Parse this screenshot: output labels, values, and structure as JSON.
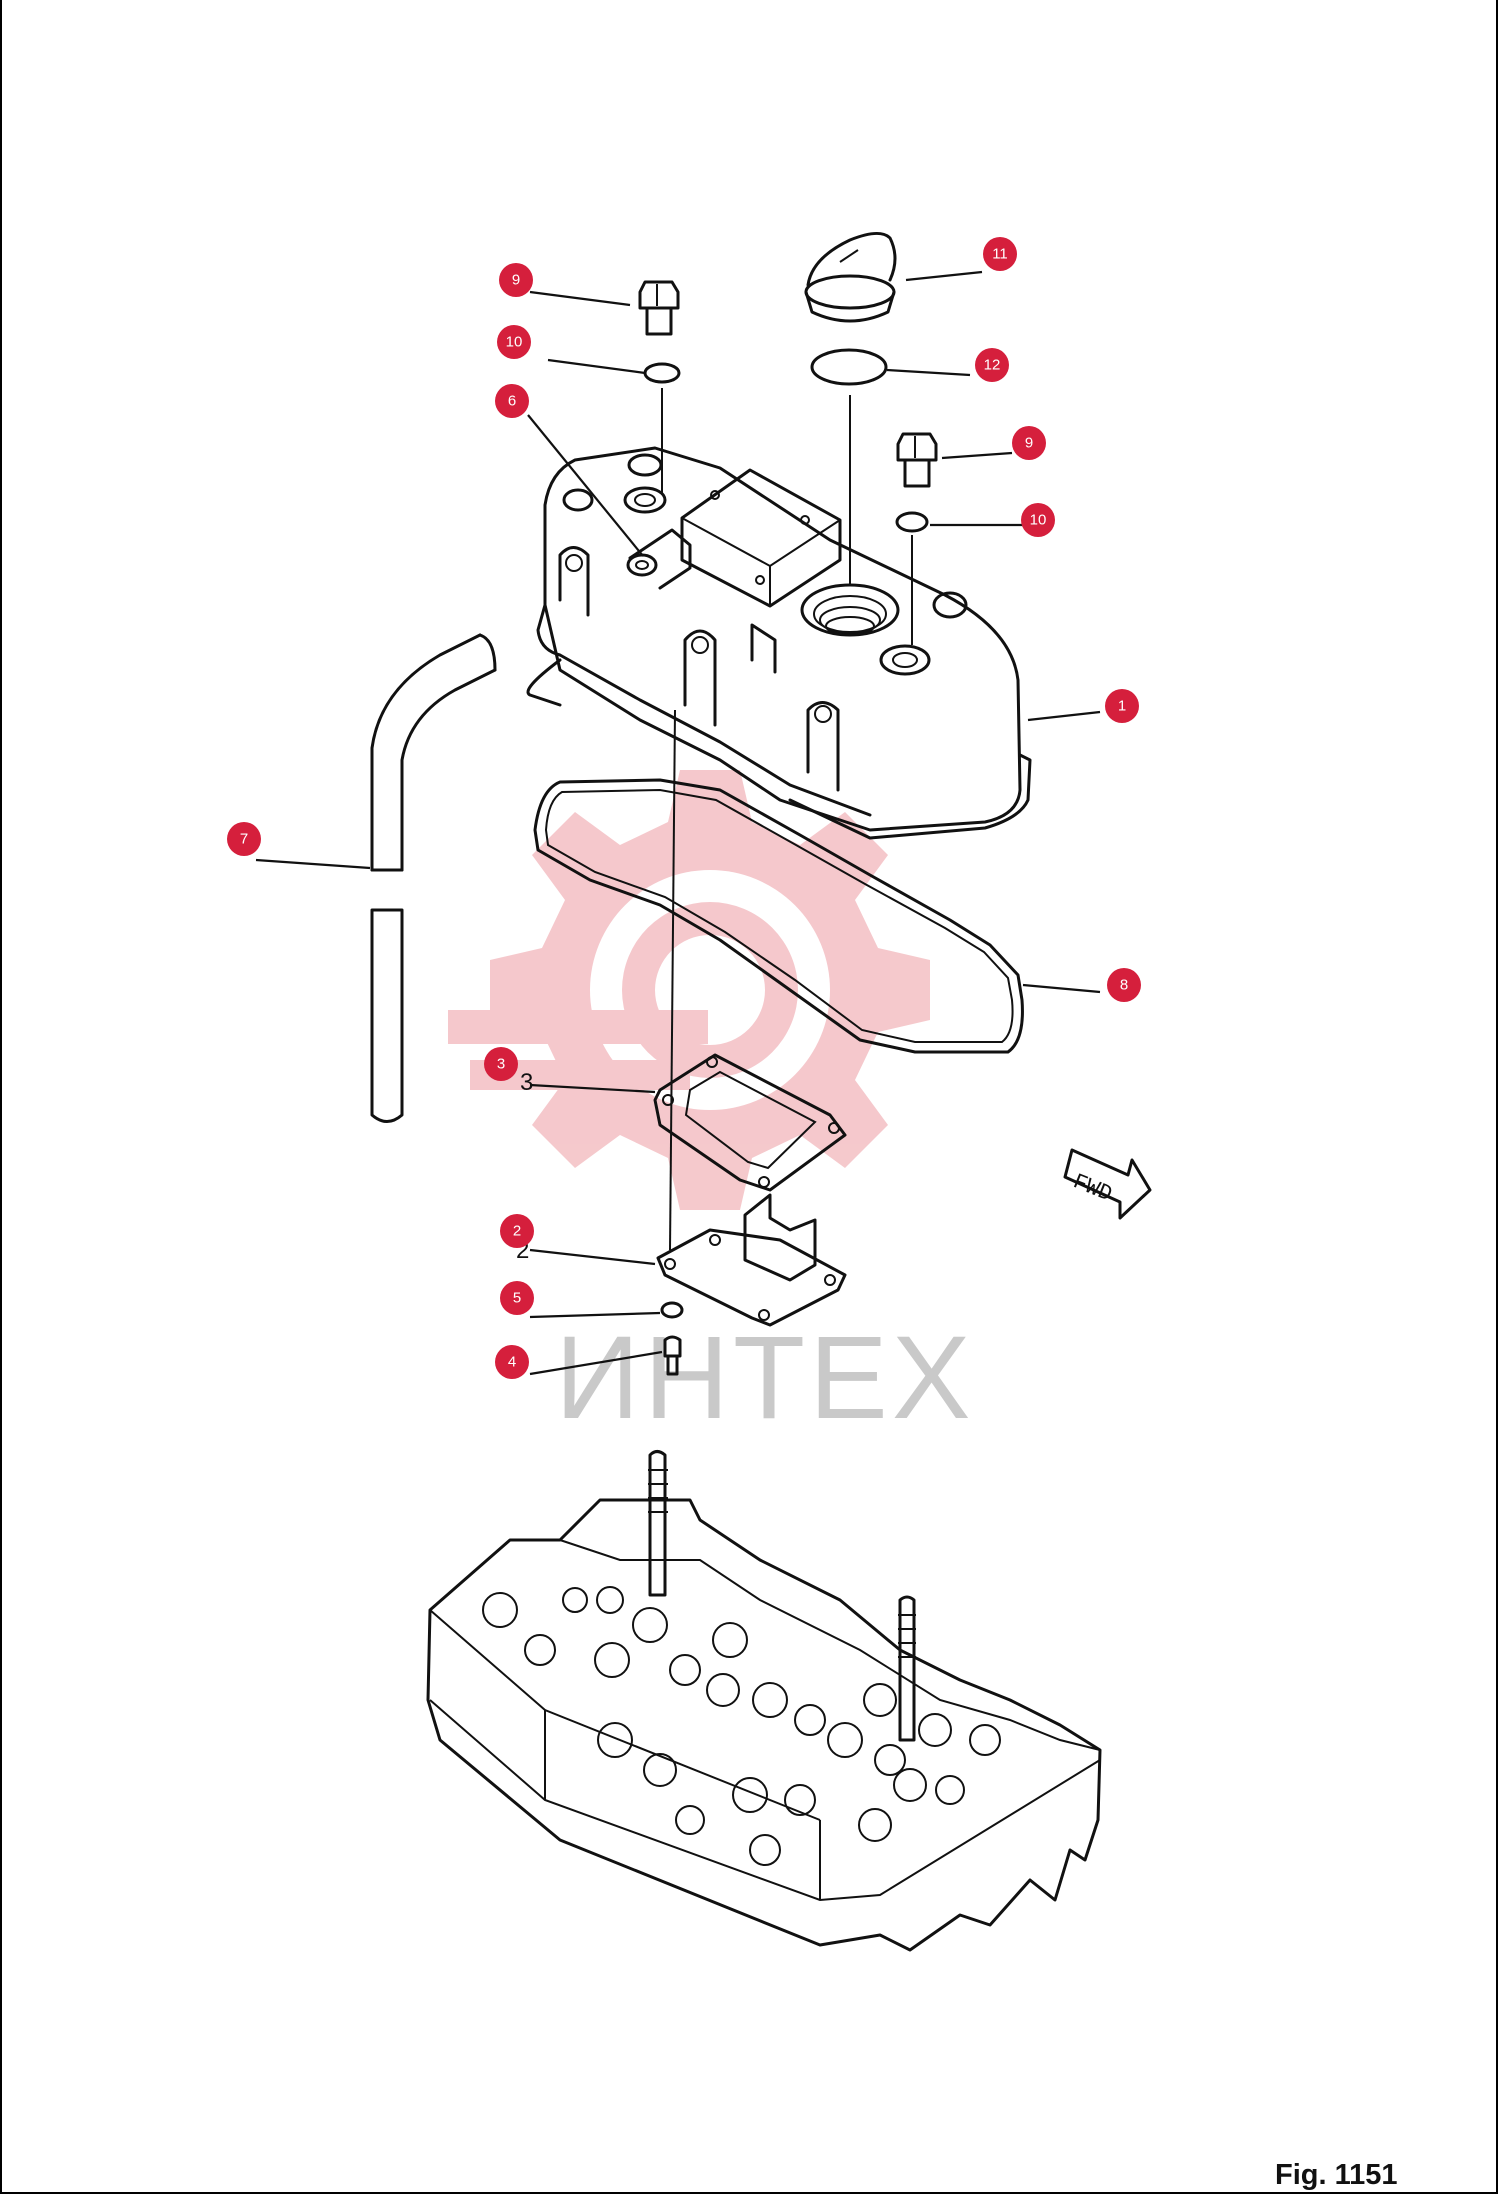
{
  "figure_label": "Fig. 1151",
  "watermark_text": "ИНТЕХ",
  "direction_label": "FWD",
  "part_numbers": [
    "1",
    "2",
    "3",
    "4",
    "5",
    "6",
    "7",
    "8",
    "9",
    "10",
    "11",
    "12"
  ],
  "callouts": [
    "9",
    "10",
    "6",
    "11",
    "12",
    "9",
    "10",
    "1",
    "7",
    "8",
    "3",
    "2",
    "5",
    "4"
  ],
  "colors": {
    "callout": "#d51f3c",
    "watermark": "#f4c3c7",
    "line": "#111111"
  }
}
